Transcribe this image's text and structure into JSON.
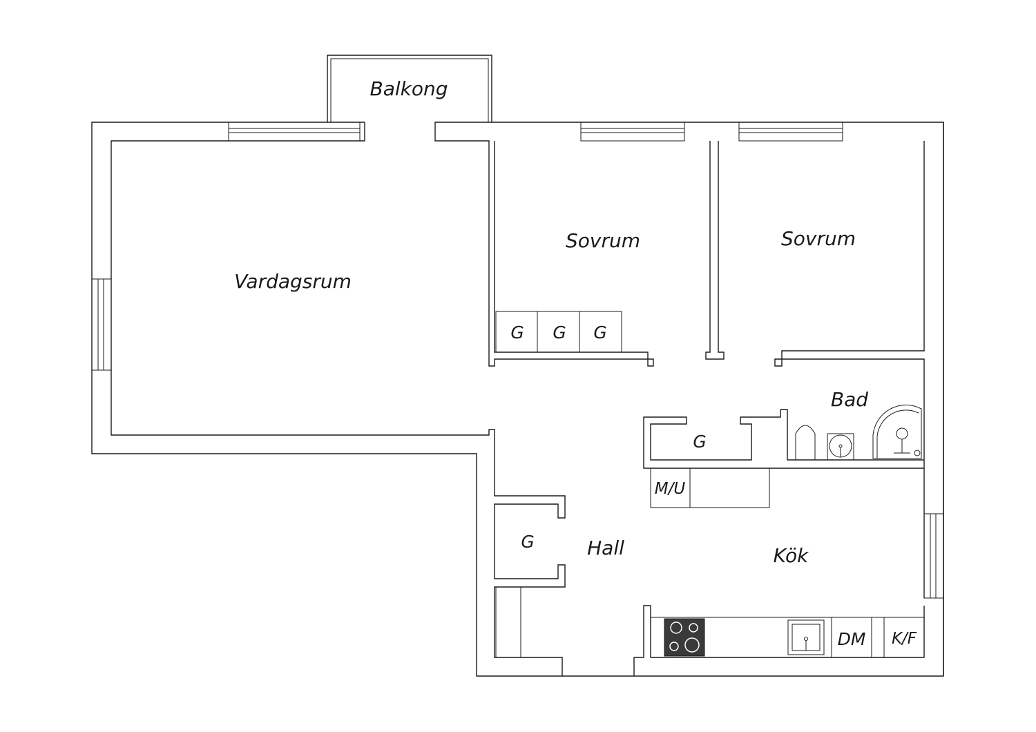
{
  "rooms": {
    "balcony": "Balkong",
    "living_room": "Vardagsrum",
    "bedroom_1": "Sovrum",
    "bedroom_2": "Sovrum",
    "bathroom": "Bad",
    "hall": "Hall",
    "kitchen": "Kök"
  },
  "fixtures": {
    "wardrobe": "G",
    "washer_dryer": "M/U",
    "dishwasher": "DM",
    "fridge_freezer": "K/F"
  },
  "colors": {
    "line": "#1a1a1a",
    "background": "#ffffff",
    "stove": "#3a3a3a"
  }
}
